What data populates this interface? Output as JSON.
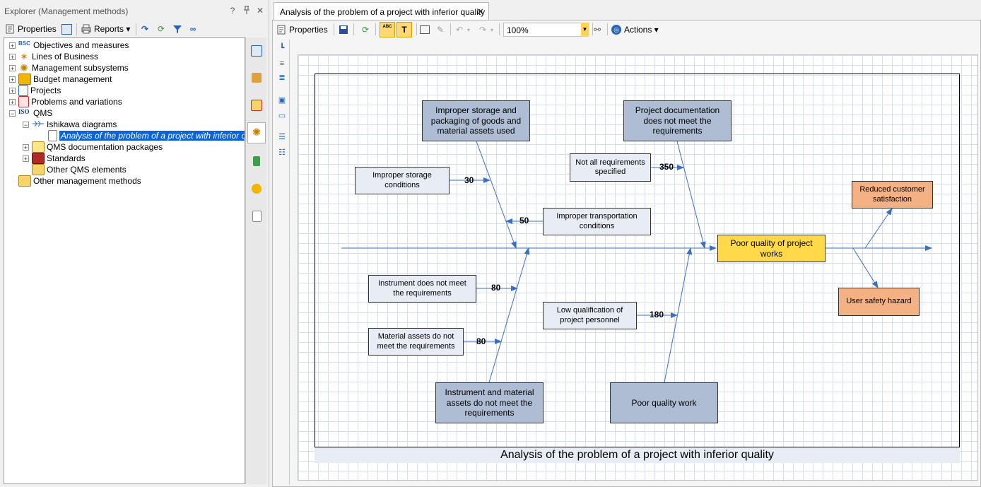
{
  "explorer": {
    "title": "Explorer (Management methods)",
    "controls": {
      "help": "?",
      "pin": "ᵖ",
      "close": "✕"
    },
    "toolbar": {
      "properties": "Properties",
      "reports": "Reports ▾"
    },
    "tree": [
      {
        "label": "Objectives and measures",
        "icon": "bsc-icon"
      },
      {
        "label": "Lines of Business",
        "icon": "star-icon"
      },
      {
        "label": "Management subsystems",
        "icon": "subsystem-icon"
      },
      {
        "label": "Budget management",
        "icon": "budget-icon"
      },
      {
        "label": "Projects",
        "icon": "projects-icon"
      },
      {
        "label": "Problems and variations",
        "icon": "problems-icon"
      },
      {
        "label": "QMS",
        "icon": "iso-icon"
      },
      {
        "label": "Ishikawa diagrams",
        "icon": "fishbone-icon"
      },
      {
        "label": "Analysis of the problem of a project with inferior quali",
        "icon": "document-icon"
      },
      {
        "label": "QMS documentation packages",
        "icon": "packages-icon"
      },
      {
        "label": "Standards",
        "icon": "standards-icon"
      },
      {
        "label": "Other QMS elements",
        "icon": "folder-icon"
      },
      {
        "label": "Other management methods",
        "icon": "folder-icon"
      }
    ],
    "iso_badge": "ISO",
    "bsc_badge": "BSC"
  },
  "document": {
    "tab_title": "Analysis of the problem of a project with inferior quality",
    "tab_close": "✕",
    "toolbar": {
      "properties": "Properties",
      "zoom": "100%",
      "actions": "Actions ▾",
      "abc": "ABC"
    }
  },
  "diagram": {
    "caption": "Analysis of the problem of a project with inferior quality",
    "effect": "Poor quality of project works",
    "categories": [
      "Improper storage and packaging of goods and material assets used",
      "Project documentation does not meet the requirements",
      "Instrument and material assets do not meet the requirements",
      "Poor quality work"
    ],
    "causes": [
      {
        "label": "Improper storage conditions",
        "weight": "30"
      },
      {
        "label": "Improper transportation conditions",
        "weight": "50"
      },
      {
        "label": "Not all requirements specified",
        "weight": "350"
      },
      {
        "label": "Instrument does not meet the requirements",
        "weight": "80"
      },
      {
        "label": "Material assets do not meet the requirements",
        "weight": "80"
      },
      {
        "label": "Low qualification of project personnel",
        "weight": "180"
      }
    ],
    "consequences": [
      "Reduced customer satisfaction",
      "User safety hazard"
    ]
  },
  "colors": {
    "category_fill": "#aebcd4",
    "cause_fill": "#e7ecf5",
    "effect_fill": "#ffd94a",
    "consequence_fill": "#f4b183",
    "arrow": "#3a6fbf",
    "selection": "#0a64d8"
  }
}
